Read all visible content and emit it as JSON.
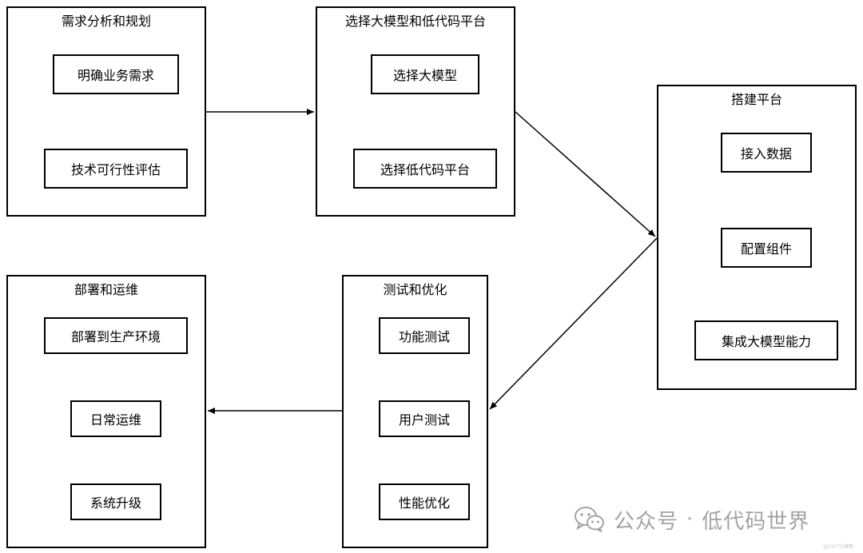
{
  "stages": [
    {
      "title": "需求分析和规划",
      "tasks": [
        "明确业务需求",
        "技术可行性评估"
      ]
    },
    {
      "title": "选择大模型和低代码平台",
      "tasks": [
        "选择大模型",
        "选择低代码平台"
      ]
    },
    {
      "title": "搭建平台",
      "tasks": [
        "接入数据",
        "配置组件",
        "集成大模型能力"
      ]
    },
    {
      "title": "部署和运维",
      "tasks": [
        "部署到生产环境",
        "日常运维",
        "系统升级"
      ]
    },
    {
      "title": "测试和优化",
      "tasks": [
        "功能测试",
        "用户测试",
        "性能优化"
      ]
    }
  ],
  "watermark": {
    "text": "公众号",
    "separator": "·",
    "name": "低代码世界",
    "icon": "wechat-icon",
    "corner_mark": "@51CTO博客"
  }
}
